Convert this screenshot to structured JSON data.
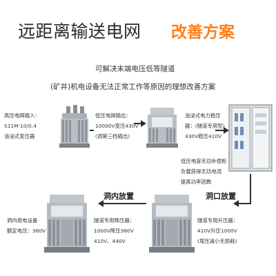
{
  "header": {
    "title_main": "远距离输送电网",
    "title_accent": "改善方案"
  },
  "intro": {
    "line1": "可解决末端电压低等隧道",
    "line2": "(矿井)机电设备无法正常工作等原因的理想改善方案"
  },
  "top_row": {
    "item1_lines": [
      "高压电网输入：",
      "S11M-10/0.4",
      "油浸式变压器"
    ],
    "item2_lines": [
      "低压电网输出：",
      "10000V变压430V",
      "(调第三档输出)"
    ],
    "item3_lines": [
      "油浸式电力稳压",
      "器：(隧道专用型)",
      "430V稳压410V"
    ]
  },
  "cabinet": {
    "label_lines": [
      "低压电容无功补偿柜",
      "负载获得无功电流",
      "提高功率因数"
    ]
  },
  "bottom_row": {
    "tag_inner": "洞内放置",
    "tag_portal": "洞口放置",
    "item1_lines": [
      "洞内用电设备",
      "额定电压：380V"
    ],
    "item2_lines": [
      "隧道专用降压器：",
      "1000V降压380V",
      "410V、440V"
    ],
    "item3_lines": [
      "隧道专用升压器：",
      "410V升压1000V",
      "(增压减小无损耗)"
    ]
  },
  "colors": {
    "accent": "#ff7f1a",
    "title": "#2a2a2a",
    "equipment_gray": "#9aa0a6",
    "equipment_dark": "#5f656b"
  }
}
